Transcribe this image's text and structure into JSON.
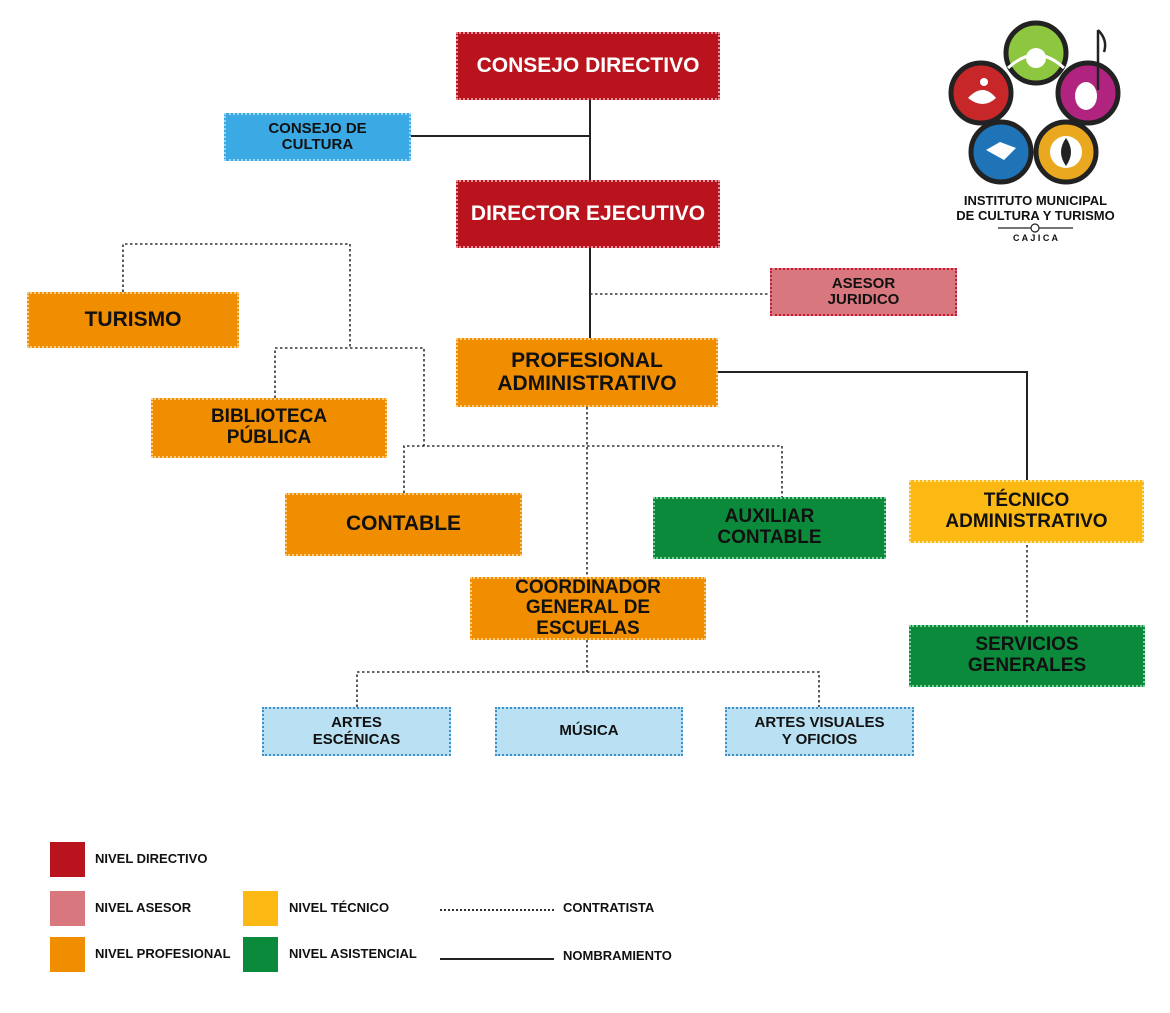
{
  "org_chart": {
    "consejo_directivo": "CONSEJO DIRECTIVO",
    "consejo_cultura": "CONSEJO DE\nCULTURA",
    "director_ejecutivo": "DIRECTOR EJECUTIVO",
    "asesor_juridico": "ASESOR\nJURIDICO",
    "turismo": "TURISMO",
    "biblioteca": "BIBLIOTECA\nPÚBLICA",
    "profesional_administrativo": "PROFESIONAL\nADMINISTRATIVO",
    "contable": "CONTABLE",
    "auxiliar_contable": "AUXILIAR\nCONTABLE",
    "tecnico_administrativo": "TÉCNICO\nADMINISTRATIVO",
    "coordinador": "COORDINADOR\nGENERAL DE ESCUELAS",
    "servicios_generales": "SERVICIOS\nGENERALES",
    "artes_escenicas": "ARTES\nESCÉNICAS",
    "musica": "MÚSICA",
    "artes_visuales": "ARTES VISUALES\nY OFICIOS"
  },
  "legend": {
    "nivel_directivo": "NIVEL DIRECTIVO",
    "nivel_asesor": "NIVEL ASESOR",
    "nivel_profesional": "NIVEL PROFESIONAL",
    "nivel_tecnico": "NIVEL TÉCNICO",
    "nivel_asistencial": "NIVEL ASISTENCIAL",
    "contratista": "CONTRATISTA",
    "nombramiento": "NOMBRAMIENTO"
  },
  "logo": {
    "line1": "INSTITUTO MUNICIPAL",
    "line2": "DE CULTURA Y TURISMO",
    "line3": "C A J I C A"
  },
  "colors": {
    "directivo": "#b9141e",
    "asesor": "#d8777d",
    "profesional": "#f08e00",
    "tecnico": "#fdb913",
    "asistencial": "#0c8a3b",
    "consejo_cultura": "#3aa9e4",
    "escuelas": "#b9e1f3"
  }
}
